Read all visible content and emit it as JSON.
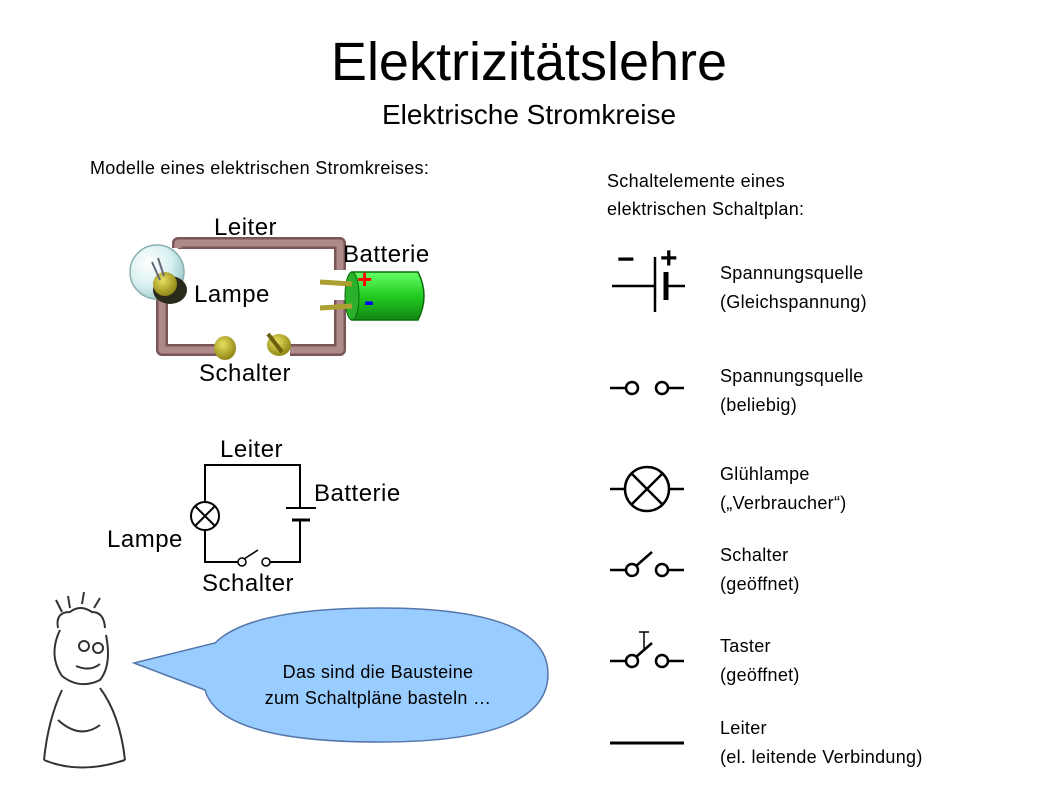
{
  "title": "Elektrizitätslehre",
  "subtitle": "Elektrische Stromkreise",
  "models_heading": "Modelle eines elektrischen Stromkreises:",
  "elements_heading": [
    "Schaltelemente eines",
    "elektrischen Schaltplan:"
  ],
  "model_3d": {
    "leiter": "Leiter",
    "batterie": "Batterie",
    "lampe": "Lampe",
    "schalter": "Schalter",
    "plus": "+",
    "minus": "-"
  },
  "model_schematic": {
    "leiter": "Leiter",
    "batterie": "Batterie",
    "lampe": "Lampe",
    "schalter": "Schalter"
  },
  "symbols": [
    {
      "icon": "dc-voltage-source-icon",
      "lines": [
        "Spannungsquelle",
        "(Gleichspannung)"
      ]
    },
    {
      "icon": "voltage-source-icon",
      "lines": [
        "Spannungsquelle",
        "(beliebig)"
      ]
    },
    {
      "icon": "lamp-icon",
      "lines": [
        "Glühlampe",
        "(„Verbraucher“)"
      ]
    },
    {
      "icon": "switch-open-icon",
      "lines": [
        "Schalter",
        "(geöffnet)"
      ]
    },
    {
      "icon": "push-button-open-icon",
      "lines": [
        "Taster",
        "(geöffnet)"
      ]
    },
    {
      "icon": "conductor-icon",
      "lines": [
        "Leiter",
        "(el. leitende Verbindung)"
      ]
    }
  ],
  "dc_symbol_signs": {
    "minus": "−",
    "plus": "+"
  },
  "speech_bubble": [
    "Das sind die Bausteine",
    "zum Schaltpläne basteln …"
  ],
  "colors": {
    "wire_3d": "#a87878",
    "battery_green": "#33cc33",
    "bubble_fill": "#99ccff",
    "plus_red": "#ff0000",
    "minus_blue": "#0000ff"
  }
}
